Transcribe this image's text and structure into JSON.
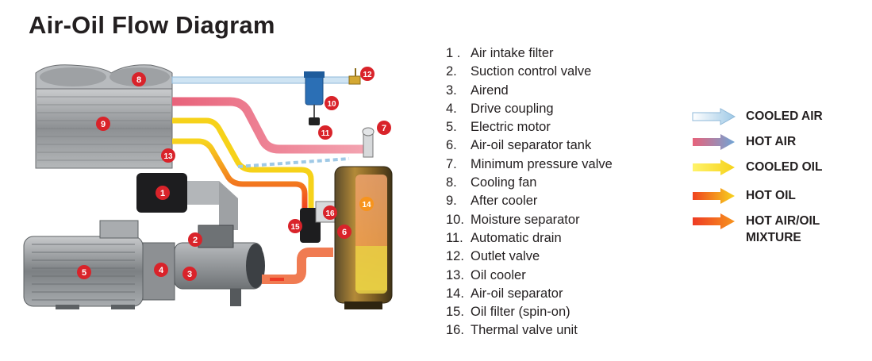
{
  "title": "Air-Oil Flow Diagram",
  "parts": [
    {
      "num": "1 .",
      "label": "Air intake filter"
    },
    {
      "num": "2.",
      "label": "Suction control valve"
    },
    {
      "num": "3.",
      "label": "Airend"
    },
    {
      "num": "4.",
      "label": "Drive coupling"
    },
    {
      "num": "5.",
      "label": "Electric motor"
    },
    {
      "num": "6.",
      "label": "Air-oil separator tank"
    },
    {
      "num": "7.",
      "label": "Minimum pressure valve"
    },
    {
      "num": "8.",
      "label": "Cooling fan"
    },
    {
      "num": "9.",
      "label": "After cooler"
    },
    {
      "num": "10.",
      "label": "Moisture separator"
    },
    {
      "num": "11.",
      "label": "Automatic drain"
    },
    {
      "num": "12.",
      "label": "Outlet valve"
    },
    {
      "num": "13.",
      "label": "Oil cooler"
    },
    {
      "num": "14.",
      "label": "Air-oil separator"
    },
    {
      "num": "15.",
      "label": "Oil filter (spin-on)"
    },
    {
      "num": "16.",
      "label": "Thermal valve unit"
    }
  ],
  "legend": [
    {
      "label": "COOLED AIR",
      "color_from": "#ffffff",
      "color_to": "#9fc9e6"
    },
    {
      "label": "HOT AIR",
      "color_from": "#e8627a",
      "color_to": "#6fa5d6"
    },
    {
      "label": "COOLED OIL",
      "color_from": "#fff36b",
      "color_to": "#f6d21a"
    },
    {
      "label": "HOT OIL",
      "color_from": "#f0431f",
      "color_to": "#f7d41e"
    },
    {
      "label": "HOT AIR/OIL MIXTURE",
      "color_from": "#ee3b24",
      "color_to": "#f7941d"
    }
  ],
  "markers": {
    "m1": "1",
    "m2": "2",
    "m3": "3",
    "m4": "4",
    "m5": "5",
    "m6": "6",
    "m7": "7",
    "m8": "8",
    "m9": "9",
    "m10": "10",
    "m11": "11",
    "m12": "12",
    "m13": "13",
    "m14": "14",
    "m15": "15",
    "m16": "16"
  },
  "colors": {
    "marker_red": "#d9232a",
    "marker_orange": "#f7941d"
  }
}
